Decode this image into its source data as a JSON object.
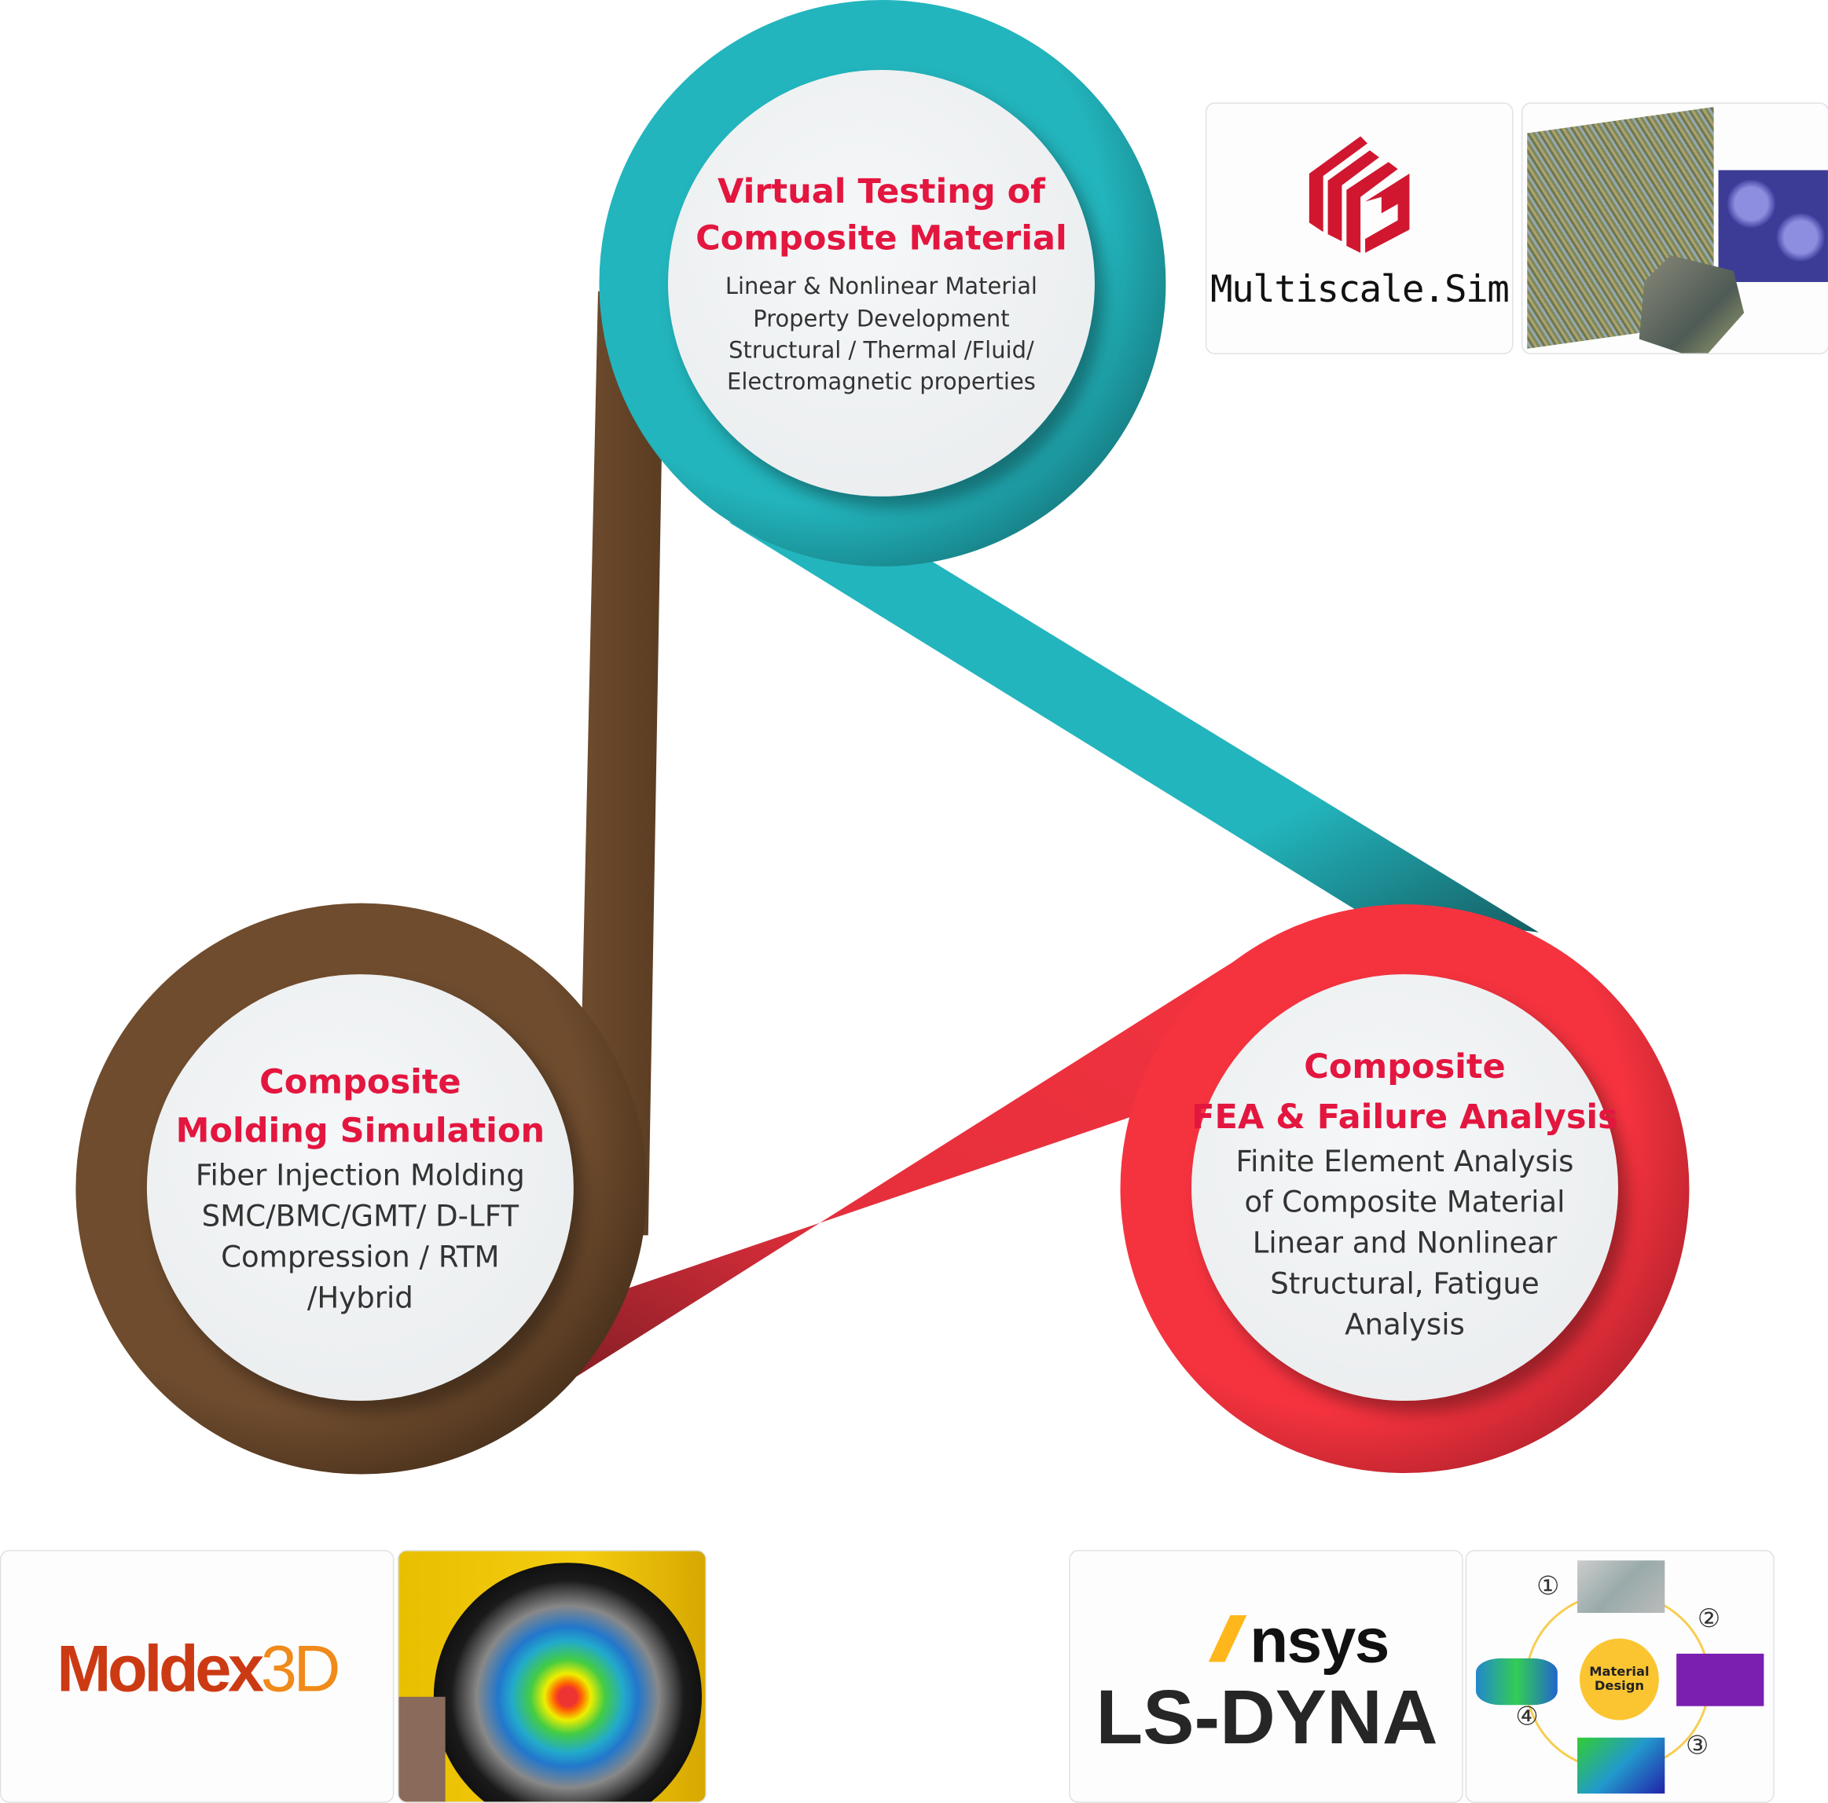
{
  "nodes": {
    "virtual_testing": {
      "title": [
        "Virtual Testing of",
        "Composite Material"
      ],
      "lines": [
        "Linear & Nonlinear Material",
        "Property Development",
        "Structural / Thermal /Fluid/",
        "Electromagnetic properties"
      ],
      "color": "#23b5bd"
    },
    "molding": {
      "title": [
        "Composite",
        "Molding Simulation"
      ],
      "lines": [
        "Fiber Injection Molding",
        "SMC/BMC/GMT/ D-LFT",
        "Compression / RTM",
        "/Hybrid"
      ],
      "color": "#6f4c2e"
    },
    "fea": {
      "title": [
        "Composite",
        "FEA & Failure Analysis"
      ],
      "lines": [
        "Finite Element Analysis",
        "of Composite Material",
        "Linear and Nonlinear",
        "Structural, Fatigue",
        "Analysis"
      ],
      "color": "#f5333f"
    }
  },
  "logos": {
    "multiscale": "Multiscale.Sim",
    "moldex_a": "Moldex",
    "moldex_b": "3D",
    "ansys": "nsys",
    "lsdyna": "LS-DYNA"
  },
  "material_design": {
    "center": [
      "Material",
      "Design"
    ],
    "steps": [
      "①",
      "②",
      "③",
      "④"
    ]
  }
}
